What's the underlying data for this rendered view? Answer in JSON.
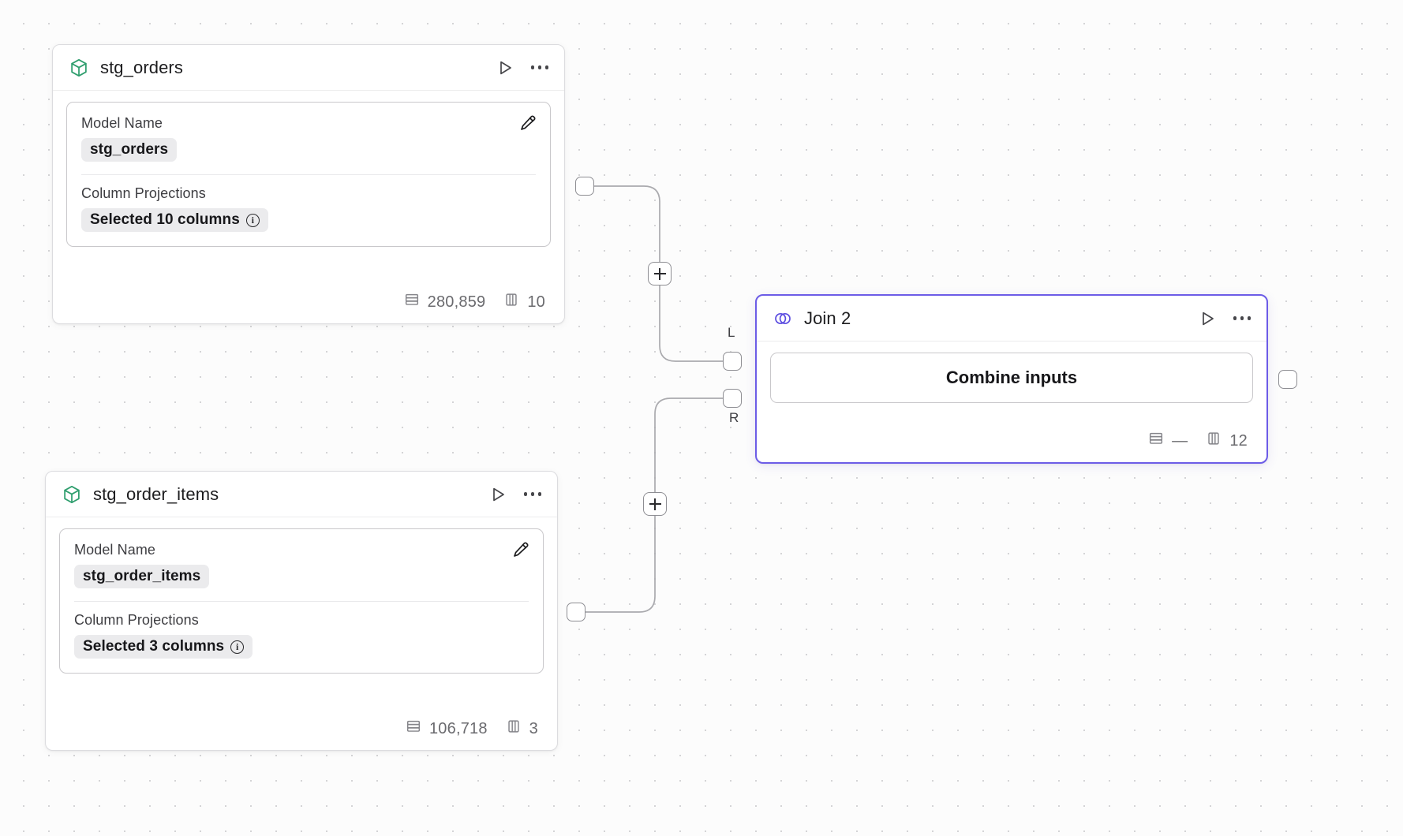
{
  "canvas": {
    "background_color": "#fcfcfc",
    "grid_dot_color": "#d4d4d6",
    "accent_color": "#6c5ce7",
    "model_icon_color": "#2f9e6e"
  },
  "nodes": [
    {
      "id": "stg_orders",
      "type": "model",
      "type_icon": "cube-icon",
      "title": "stg_orders",
      "run_icon": "play-icon",
      "menu_icon": "ellipsis-icon",
      "edit_icon": "pencil-icon",
      "fields": [
        {
          "label": "Model Name",
          "value": "stg_orders",
          "has_info": false
        },
        {
          "label": "Column Projections",
          "value": "Selected 10 columns",
          "has_info": true,
          "info_icon": "info-icon"
        }
      ],
      "footer": {
        "rows_icon": "rows-icon",
        "rows": "280,859",
        "columns_icon": "columns-icon",
        "columns": "10"
      }
    },
    {
      "id": "stg_order_items",
      "type": "model",
      "type_icon": "cube-icon",
      "title": "stg_order_items",
      "run_icon": "play-icon",
      "menu_icon": "ellipsis-icon",
      "edit_icon": "pencil-icon",
      "fields": [
        {
          "label": "Model Name",
          "value": "stg_order_items",
          "has_info": false
        },
        {
          "label": "Column Projections",
          "value": "Selected 3 columns",
          "has_info": true,
          "info_icon": "info-icon"
        }
      ],
      "footer": {
        "rows_icon": "rows-icon",
        "rows": "106,718",
        "columns_icon": "columns-icon",
        "columns": "3"
      }
    },
    {
      "id": "join_2",
      "type": "join",
      "type_icon": "venn-join-icon",
      "title": "Join 2",
      "selected": true,
      "run_icon": "play-icon",
      "menu_icon": "ellipsis-icon",
      "body_button": "Combine inputs",
      "input_ports": [
        {
          "label": "L"
        },
        {
          "label": "R"
        }
      ],
      "footer": {
        "rows_icon": "rows-icon",
        "rows": "—",
        "columns_icon": "columns-icon",
        "columns": "12"
      }
    }
  ],
  "edges": [
    {
      "from": "stg_orders",
      "to": "join_2",
      "to_port": "L",
      "add_button": "+"
    },
    {
      "from": "stg_order_items",
      "to": "join_2",
      "to_port": "R",
      "add_button": "+"
    }
  ]
}
